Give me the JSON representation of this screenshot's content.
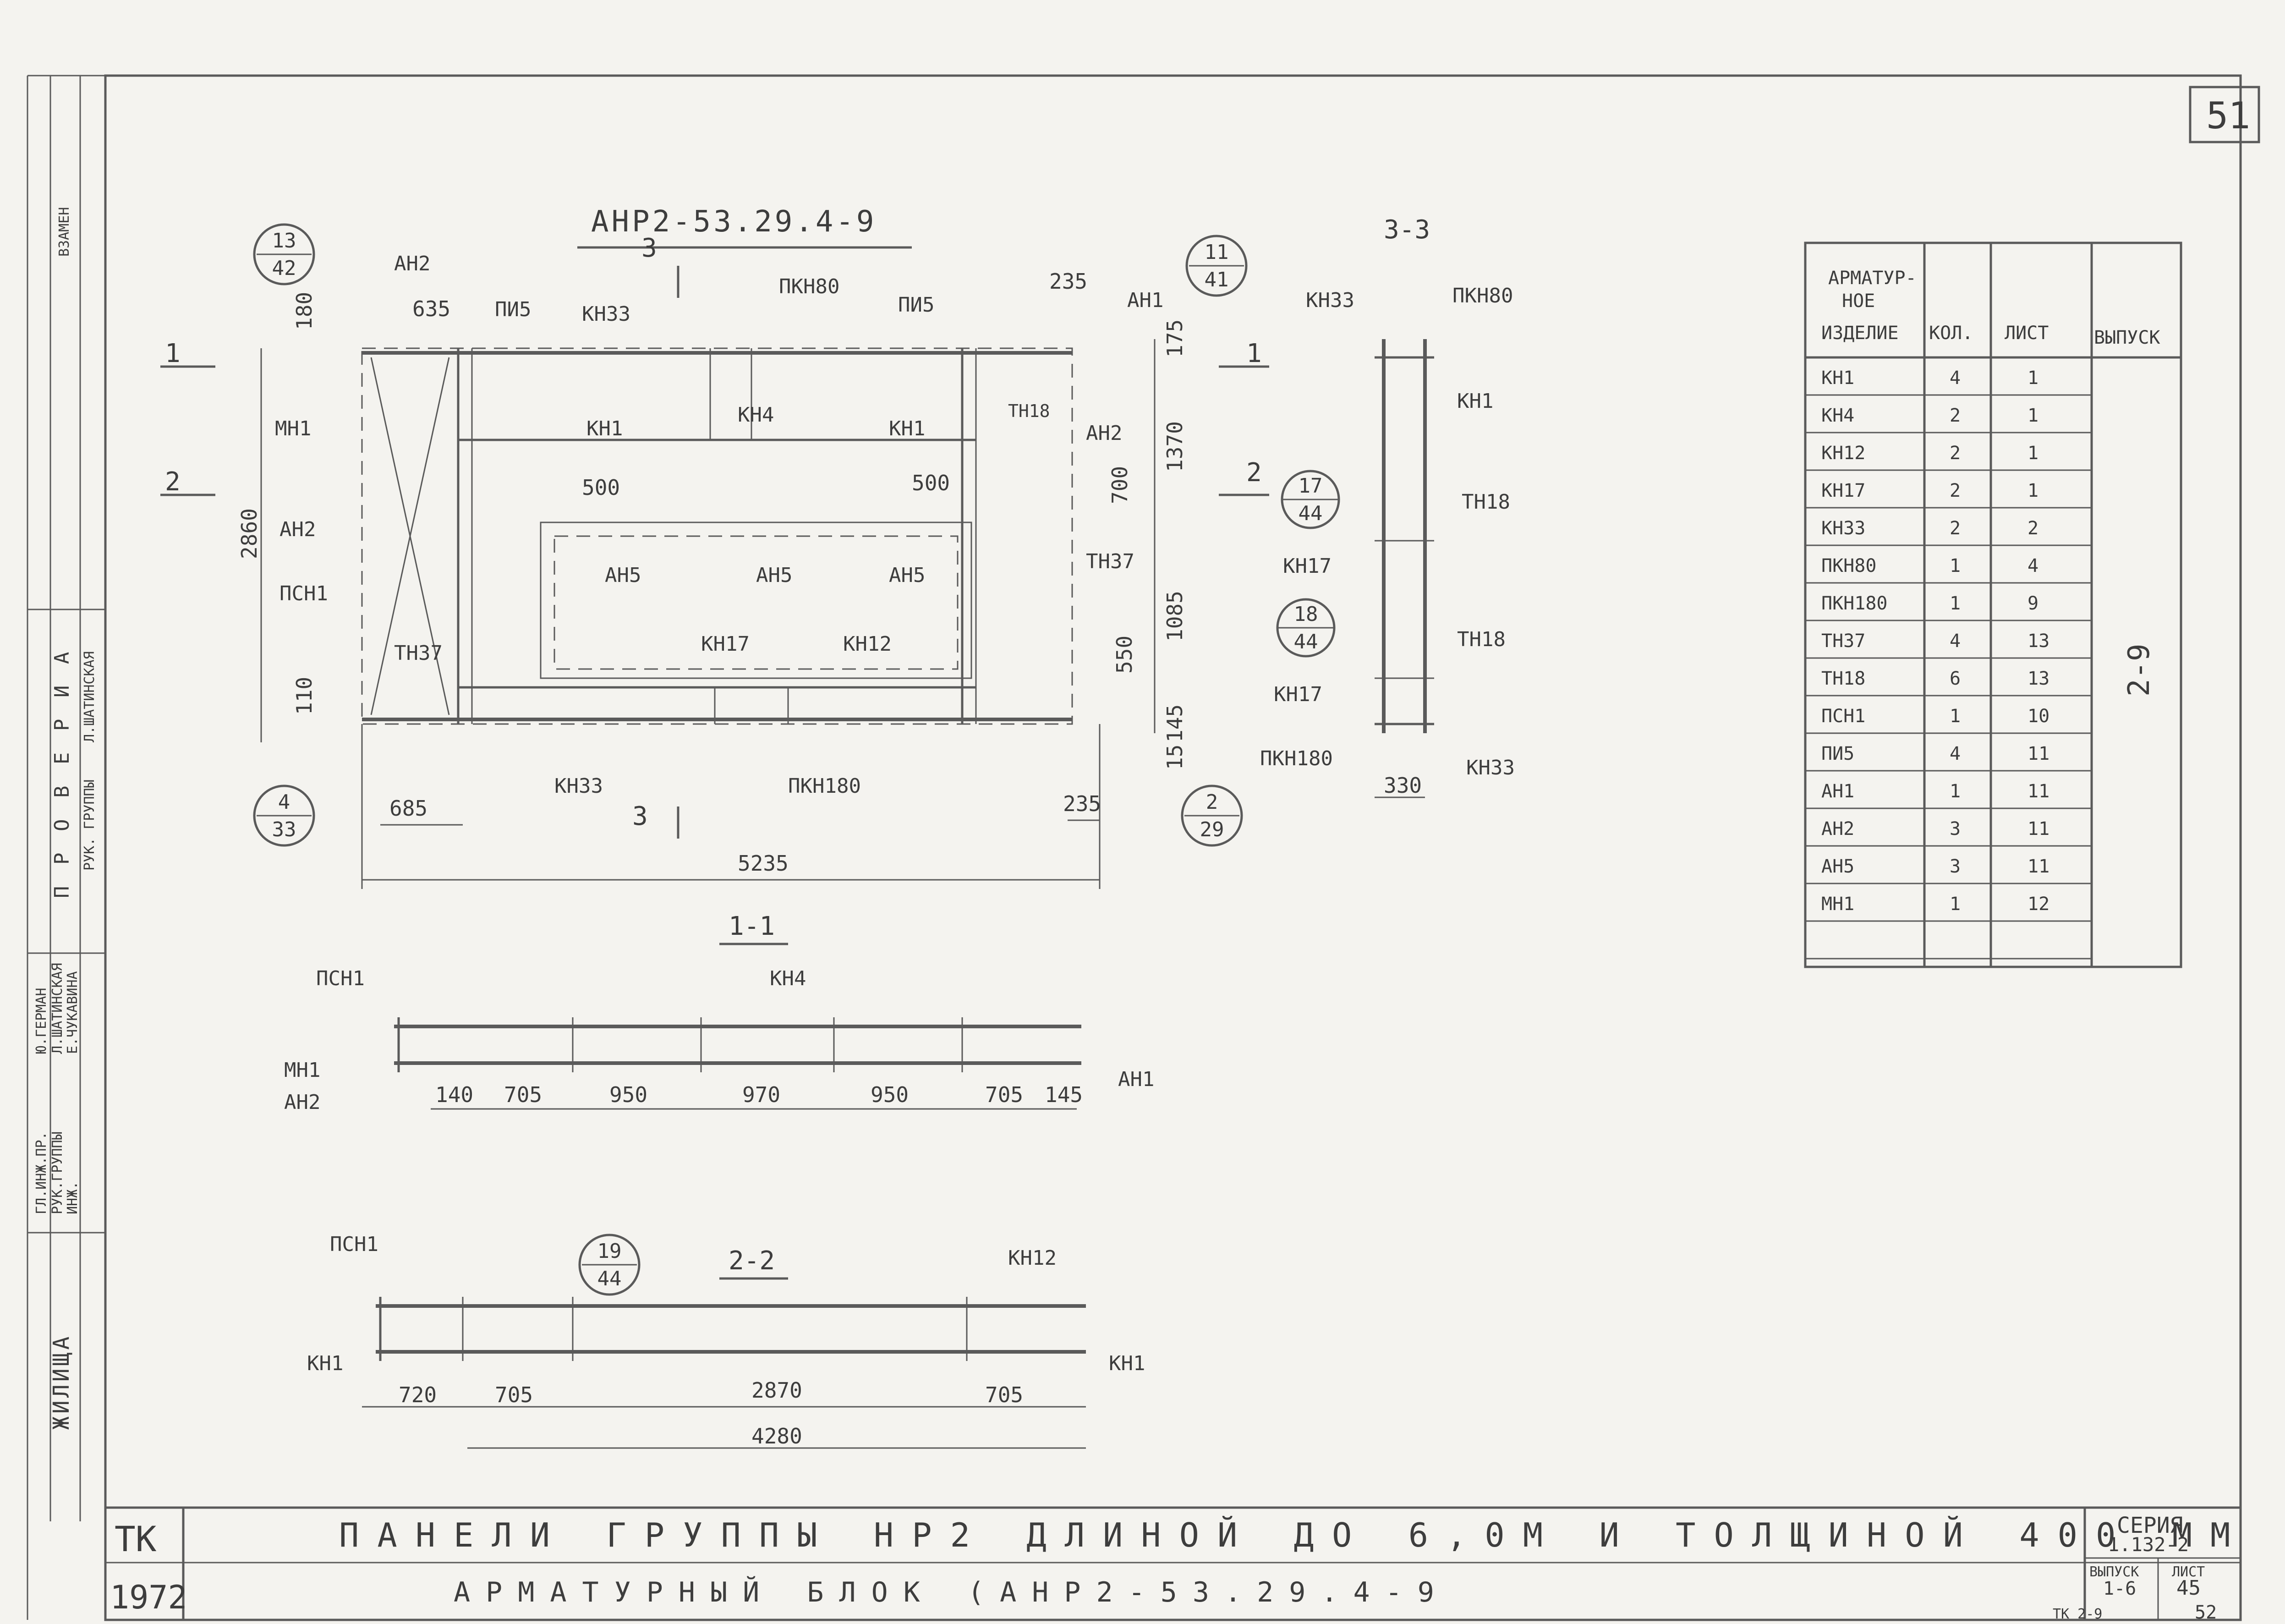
{
  "sheet_number": "51",
  "side_stamp": {
    "vzamen": "ВЗАМЕН",
    "proveria": "П Р О В Е Р И А",
    "zhilishcha": "ЖИЛИЩА",
    "roles": [
      "ГЛ.ИНЖ.ПР.",
      "РУК.ГРУППЫ",
      "ИНЖ."
    ],
    "names": [
      "Ю.ГЕРМАН",
      "Л.ШАТИНСКАЯ",
      "Е.ЧУКАВИНА"
    ],
    "check_role": "РУК. ГРУППЫ",
    "check_name": "Л.ШАТИНСКАЯ"
  },
  "main_view": {
    "title": "АНР2-53.29.4-9",
    "labels": {
      "an2_top": "АН2",
      "pi5_left": "ПИ5",
      "kn33_top": "КН33",
      "pkn80": "ПКН80",
      "pi5_right": "ПИ5",
      "an1": "АН1",
      "mn1": "МН1",
      "kn1_left": "КН1",
      "kn4": "КН4",
      "kn1_right": "КН1",
      "tn18": "ТН18",
      "an2_right": "АН2",
      "an2_left": "АН2",
      "an5_1": "АН5",
      "an5_2": "АН5",
      "an5_3": "АН5",
      "tn37_right": "ТН37",
      "psn1": "ПСН1",
      "tn37_left": "ТН37",
      "kn17": "КН17",
      "kn12": "КН12",
      "kn33_bottom": "КН33",
      "pkn180": "ПКН180"
    },
    "dims": {
      "d635": "635",
      "d180": "180",
      "d235_top": "235",
      "d175": "175",
      "d1370": "1370",
      "d700": "700",
      "d500_l": "500",
      "d500_r": "500",
      "d2860": "2860",
      "d1085": "1085",
      "d550": "550",
      "d145": "145",
      "d15": "15",
      "d110": "110",
      "d685": "685",
      "d235_bottom": "235",
      "d5235": "5235"
    },
    "section_marks": {
      "s3_top": "3",
      "s3_bottom": "3",
      "s1_left": "1",
      "s1_right": "1",
      "s2_left": "2",
      "s2_right": "2"
    },
    "circles": [
      {
        "top": "13",
        "bottom": "42"
      },
      {
        "top": "11",
        "bottom": "41"
      },
      {
        "top": "4",
        "bottom": "33"
      },
      {
        "top": "2",
        "bottom": "29"
      }
    ]
  },
  "section_33": {
    "title": "3-3",
    "labels": {
      "kn33_top": "КН33",
      "pkn80": "ПКН80",
      "kn1": "КН1",
      "tn18_1": "ТН18",
      "kn17_1": "КН17",
      "tn18_2": "ТН18",
      "kn17_2": "КН17",
      "pkn180": "ПКН180",
      "kn33_bottom": "КН33"
    },
    "dim_330": "330",
    "circles": [
      {
        "top": "17",
        "bottom": "44"
      },
      {
        "top": "18",
        "bottom": "44"
      }
    ]
  },
  "section_11": {
    "title": "1-1",
    "labels": {
      "psn1": "ПСН1",
      "kn4": "КН4",
      "mn1": "МН1",
      "an2": "АН2",
      "an1": "АН1"
    },
    "dims": [
      "140",
      "705",
      "950",
      "970",
      "950",
      "705",
      "145"
    ]
  },
  "section_22": {
    "title": "2-2",
    "labels": {
      "psn1": "ПСН1",
      "kn12": "КН12",
      "kn1_left": "КН1",
      "kn1_right": "КН1"
    },
    "circle": {
      "top": "19",
      "bottom": "44"
    },
    "dims": [
      "720",
      "705",
      "2870",
      "705"
    ],
    "total": "4280"
  },
  "table": {
    "headers": {
      "item": "АРМАТУР-НОЕ ИЗДЕЛИЕ",
      "qty": "КОЛ.",
      "sheet": "ЛИСТ",
      "issue": "ВЫПУСК"
    },
    "item_header_lines": [
      "АРМАТУР-",
      "НОЕ",
      "ИЗДЕЛИЕ"
    ],
    "issue_value": "2-9",
    "rows": [
      {
        "item": "КН1",
        "qty": "4",
        "sheet": "1"
      },
      {
        "item": "КН4",
        "qty": "2",
        "sheet": "1"
      },
      {
        "item": "КН12",
        "qty": "2",
        "sheet": "1"
      },
      {
        "item": "КН17",
        "qty": "2",
        "sheet": "1"
      },
      {
        "item": "КН33",
        "qty": "2",
        "sheet": "2"
      },
      {
        "item": "ПКН80",
        "qty": "1",
        "sheet": "4"
      },
      {
        "item": "ПКН180",
        "qty": "1",
        "sheet": "9"
      },
      {
        "item": "ТН37",
        "qty": "4",
        "sheet": "13"
      },
      {
        "item": "ТН18",
        "qty": "6",
        "sheet": "13"
      },
      {
        "item": "ПСН1",
        "qty": "1",
        "sheet": "10"
      },
      {
        "item": "ПИ5",
        "qty": "4",
        "sheet": "11"
      },
      {
        "item": "АН1",
        "qty": "1",
        "sheet": "11"
      },
      {
        "item": "АН2",
        "qty": "3",
        "sheet": "11"
      },
      {
        "item": "АН5",
        "qty": "3",
        "sheet": "11"
      },
      {
        "item": "МН1",
        "qty": "1",
        "sheet": "12"
      }
    ]
  },
  "title_block": {
    "tk": "ТК",
    "year": "1972",
    "line1": "ПАНЕЛИ ГРУППЫ НР2 ДЛИНОЙ ДО 6,0М И ТОЛЩИНОЙ 400 ММ",
    "line2": "АРМАТУРНЫЙ БЛОК (АНР2-53.29.4-9",
    "series_label": "СЕРИЯ",
    "series_value": "1.132-2",
    "issue_label": "ВЫПУСК",
    "issue_value": "1-6",
    "sheet_label": "ЛИСТ",
    "sheet_value": "45",
    "footer_note": "ТК 2-9",
    "page": "52"
  }
}
